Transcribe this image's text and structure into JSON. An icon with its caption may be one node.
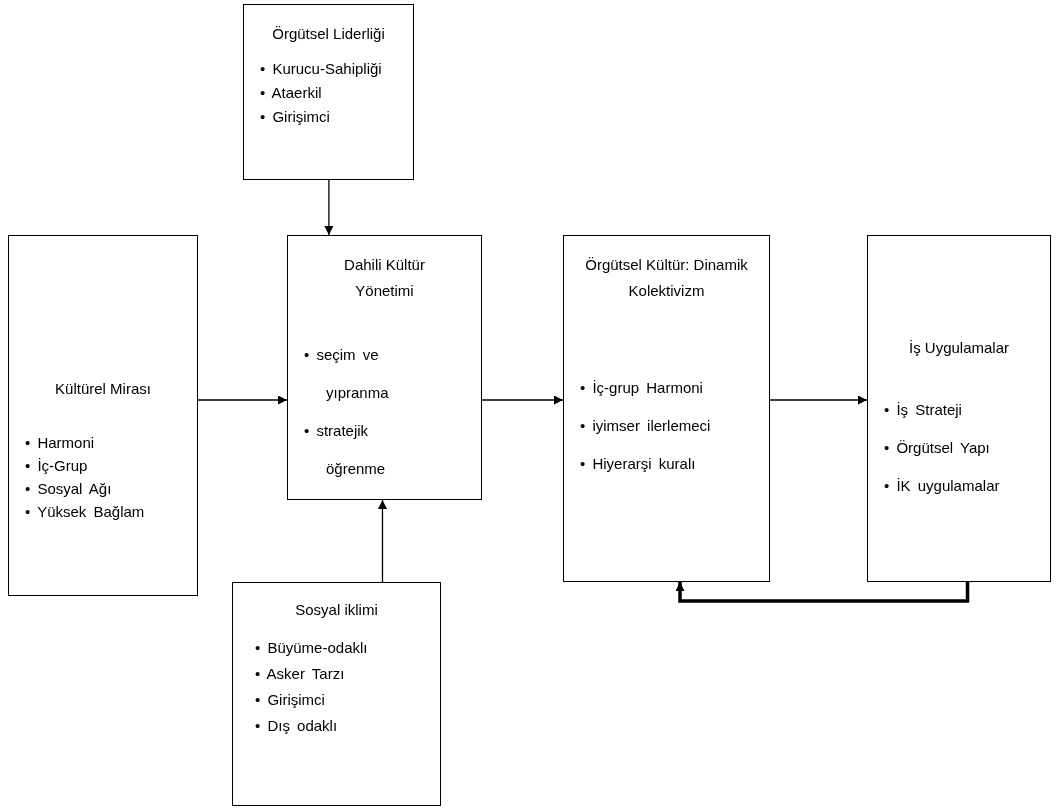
{
  "diagram": {
    "nodes": [
      {
        "text": [
          "Örgütsel Liderliği",
          "• Kurucu-Sahipliği",
          "• Ataerkil",
          "• Girişimci"
        ]
      },
      {
        "text": [
          "Kültürel Mirası",
          "• Harmoni",
          "• İç-Grup",
          "• Sosyal Ağı",
          "• Yüksek Bağlam"
        ]
      },
      {
        "text": [
          "Dahili Kültür Yönetimi",
          "• seçim ve yıpranma",
          "• stratejik öğrenme"
        ]
      },
      {
        "text": [
          "Örgütsel Kültür: Dinamik Kolektivizm",
          "• İç-grup Harmoni",
          "• iyimser ilerlemeci",
          "• Hiyerarşi kuralı"
        ]
      },
      {
        "text": [
          "İş Uygulamalar",
          "• İş Strateji",
          "• Örgütsel Yapı",
          "• İK uygulamalar"
        ]
      },
      {
        "text": [
          "Sosyal iklimi",
          "• Büyüme-odaklı",
          "• Asker Tarzı",
          "• Girişimci",
          "• Dış odaklı"
        ]
      }
    ],
    "edges": [
      {
        "from": 0,
        "to": 2,
        "arrow": "to"
      },
      {
        "from": 1,
        "to": 2,
        "arrow": "to"
      },
      {
        "from": 2,
        "to": 3,
        "arrow": "to"
      },
      {
        "from": 3,
        "to": 4,
        "arrow": "to"
      },
      {
        "from": 5,
        "to": 2,
        "arrow": "to"
      },
      {
        "from": 4,
        "to": 3,
        "arrow": "to",
        "style": "thick"
      }
    ]
  }
}
